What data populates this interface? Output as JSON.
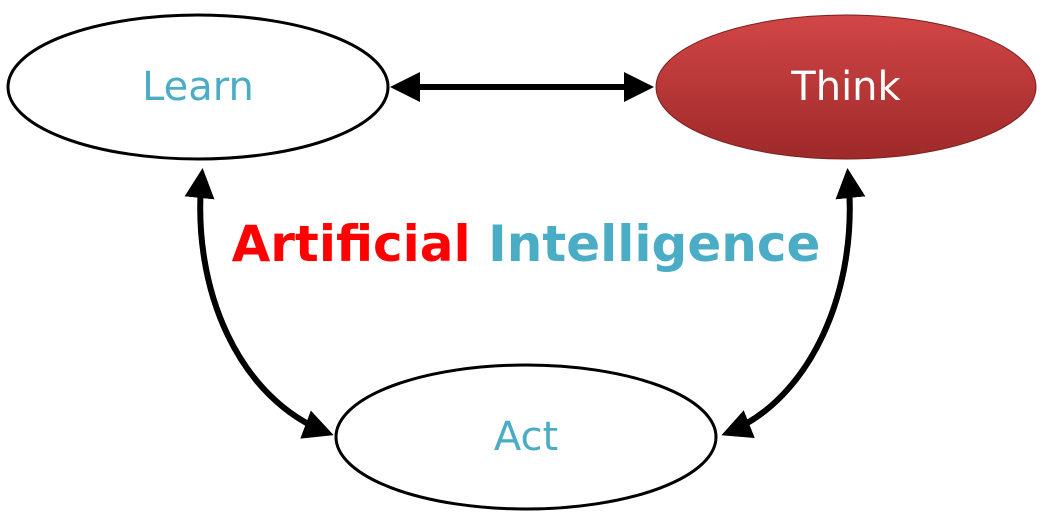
{
  "nodes": {
    "learn": {
      "label": "Learn"
    },
    "think": {
      "label": "Think"
    },
    "act": {
      "label": "Act"
    }
  },
  "title": {
    "word1": "Artificial",
    "word2": "Intelligence"
  },
  "colors": {
    "label_teal": "#4BACC6",
    "title_red": "#FF0000",
    "think_fill_top": "#D04444",
    "think_fill_bottom": "#A02A2A",
    "think_label": "#FFFFFF",
    "outline": "#000000"
  },
  "edges": [
    {
      "from": "Learn",
      "to": "Think",
      "direction": "bidirectional"
    },
    {
      "from": "Learn",
      "to": "Act",
      "direction": "bidirectional"
    },
    {
      "from": "Think",
      "to": "Act",
      "direction": "bidirectional"
    }
  ]
}
